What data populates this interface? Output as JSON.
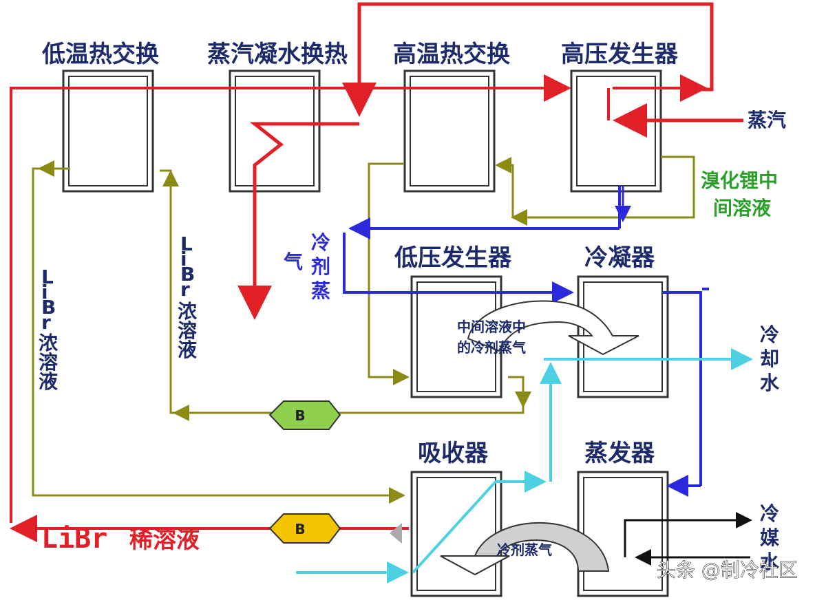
{
  "components": {
    "low_temp_hx": "低温热交换",
    "condensate_hx": "蒸汽凝水换热",
    "high_temp_hx": "高温热交换",
    "high_pressure_gen": "高压发生器",
    "low_pressure_gen": "低压发生器",
    "condenser": "冷凝器",
    "absorber": "吸收器",
    "evaporator": "蒸发器"
  },
  "labels": {
    "steam": "蒸汽",
    "intermediate_solution": [
      "溴化锂中",
      "间溶液"
    ],
    "refrigerant_vapor_v": [
      "冷",
      "剂",
      "蒸"
    ],
    "refrigerant_vapor_qi": "气",
    "cooling_water": [
      "冷",
      "却",
      "水"
    ],
    "chilled_water": [
      "冷",
      "媒",
      "水"
    ],
    "libr_conc_left": [
      "L",
      "i",
      "B",
      "r",
      "浓",
      "溶",
      "液"
    ],
    "libr_conc_right": [
      "L",
      "i",
      "B",
      "r",
      "浓",
      "溶",
      "液"
    ],
    "libr_dilute_latin": "LiBr",
    "libr_dilute_cjk": "稀溶液",
    "vapor_in_intermediate": [
      "中间溶液中",
      "的冷剂蒸气"
    ],
    "refrigerant_vapor_absorber": "冷剂蒸气",
    "pump_top": "B",
    "pump_bottom": "B",
    "watermark": "头条 @制冷社区"
  },
  "colors": {
    "steam_line": "#e11f26",
    "solution_line": "#8a8a14",
    "refrigerant_line": "#2a2adc",
    "cooling_water_line": "#4dd0e1",
    "chilled_water_line": "#111111",
    "pump_top_fill": "#8fd14f",
    "pump_bottom_fill": "#f5c400",
    "heading_text": "#1c2a6b",
    "green_label": "#2aa02a"
  }
}
